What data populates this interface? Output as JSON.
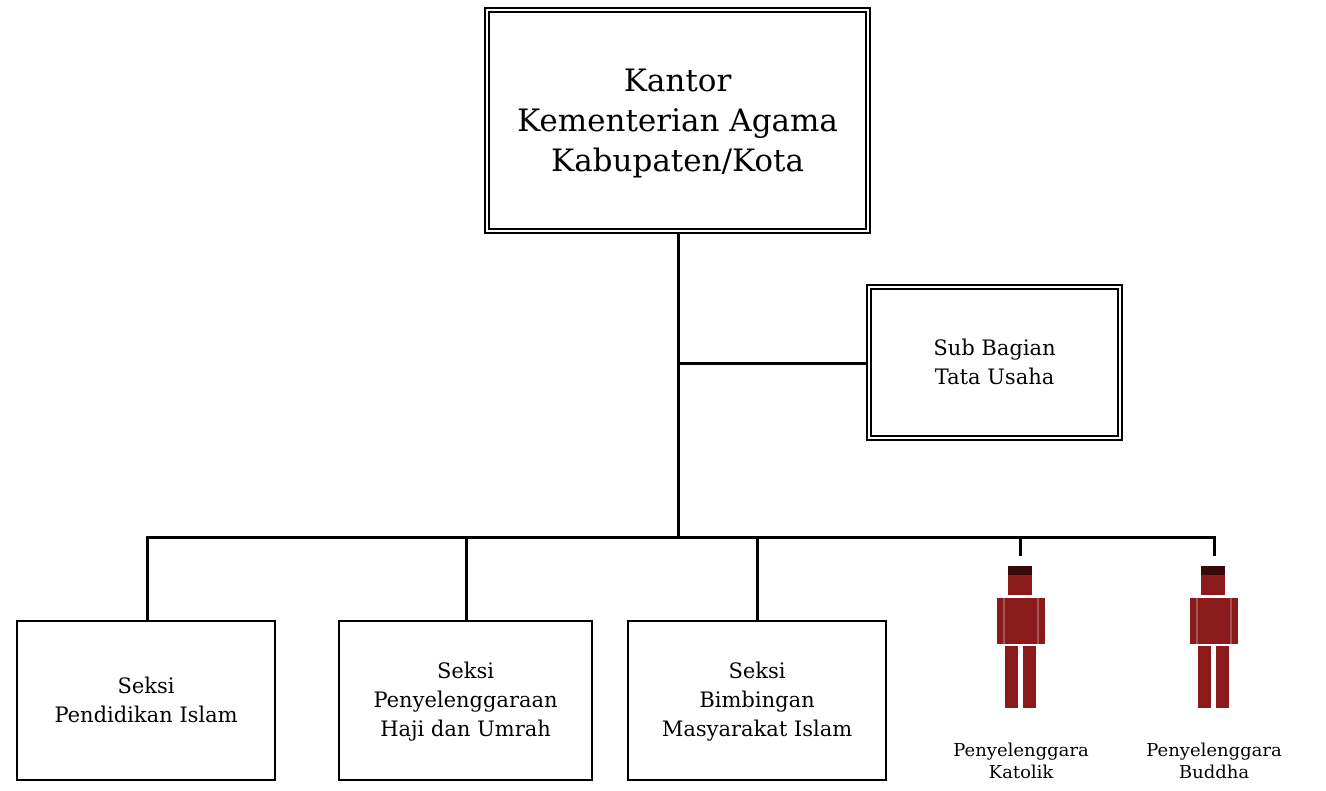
{
  "head": {
    "line1": "Kantor",
    "line2": "Kementerian Agama",
    "line3": "Kabupaten/Kota"
  },
  "subbag": {
    "line1": "Sub Bagian",
    "line2": "Tata Usaha"
  },
  "sections": [
    {
      "line1": "Seksi",
      "line2": "Pendidikan Islam",
      "line3": ""
    },
    {
      "line1": "Seksi",
      "line2": "Penyelenggaraan",
      "line3": "Haji dan Umrah"
    },
    {
      "line1": "Seksi",
      "line2": "Bimbingan",
      "line3": "Masyarakat Islam"
    }
  ],
  "organizers": [
    {
      "line1": "Penyelenggara",
      "line2": "Katolik",
      "icon": "person-icon"
    },
    {
      "line1": "Penyelenggara",
      "line2": "Buddha",
      "icon": "person-icon"
    }
  ],
  "colors": {
    "person": "#8b1a1a",
    "person_dark": "#3a0a0a"
  }
}
